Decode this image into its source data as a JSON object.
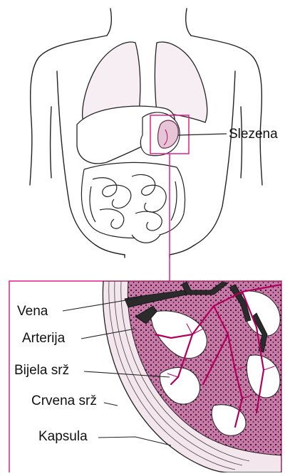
{
  "labels": {
    "spleen": "Slezena",
    "vein": "Vena",
    "artery": "Arterija",
    "white_pulp": "Bijela srž",
    "red_pulp": "Crvena srž",
    "capsule": "Kapsula"
  },
  "colors": {
    "outline": "#222222",
    "highlight_box": "#e0218a",
    "organ_fill": "#e6c5d7",
    "tissue_fill": "#c97aa8",
    "tissue_dots": "#2a0f1f",
    "vessel": "#b0005e",
    "vein_dark": "#2b2b2b",
    "background": "#ffffff"
  }
}
